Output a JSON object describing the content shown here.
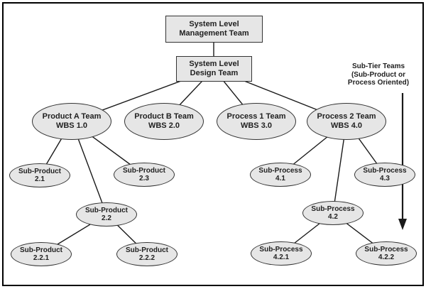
{
  "boxes": {
    "management": {
      "line1": "System Level",
      "line2": "Management Team"
    },
    "design": {
      "line1": "System Level",
      "line2": "Design Team"
    }
  },
  "teams": [
    {
      "name": "Product A Team",
      "wbs": "WBS 1.0"
    },
    {
      "name": "Product B Team",
      "wbs": "WBS 2.0"
    },
    {
      "name": "Process 1 Team",
      "wbs": "WBS 3.0"
    },
    {
      "name": "Process 2 Team",
      "wbs": "WBS 4.0"
    }
  ],
  "subnodes": [
    {
      "name": "Sub-Product",
      "id": "2.1"
    },
    {
      "name": "Sub-Product",
      "id": "2.3"
    },
    {
      "name": "Sub-Product",
      "id": "2.2"
    },
    {
      "name": "Sub-Product",
      "id": "2.2.1"
    },
    {
      "name": "Sub-Product",
      "id": "2.2.2"
    },
    {
      "name": "Sub-Process",
      "id": "4.1"
    },
    {
      "name": "Sub-Process",
      "id": "4.3"
    },
    {
      "name": "Sub-Process",
      "id": "4.2"
    },
    {
      "name": "Sub-Process",
      "id": "4.2.1"
    },
    {
      "name": "Sub-Process",
      "id": "4.2.2"
    }
  ],
  "annotation": {
    "line1": "Sub-Tier Teams",
    "line2": "(Sub-Product or",
    "line3": "Process Oriented)"
  },
  "colors": {
    "node_fill": "#e6e6e6",
    "node_border": "#333333",
    "line": "#1a1a1a",
    "text": "#212121"
  }
}
